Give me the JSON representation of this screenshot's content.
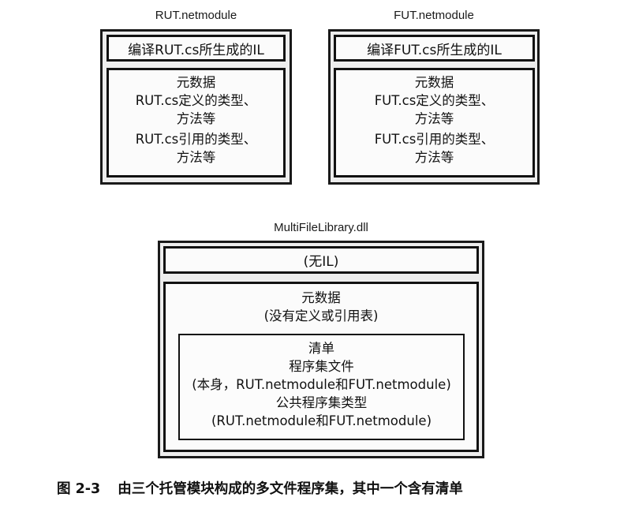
{
  "modules": [
    {
      "name": "RUT.netmodule",
      "il": "编译RUT.cs所生成的IL",
      "metadata": [
        "元数据",
        "RUT.cs定义的类型、",
        "方法等",
        "RUT.cs引用的类型、",
        "方法等"
      ]
    },
    {
      "name": "FUT.netmodule",
      "il": "编译FUT.cs所生成的IL",
      "metadata": [
        "元数据",
        "FUT.cs定义的类型、",
        "方法等",
        "FUT.cs引用的类型、",
        "方法等"
      ]
    }
  ],
  "assembly": {
    "name": "MultiFileLibrary.dll",
    "il": "(无IL)",
    "metadata": [
      "元数据",
      "(没有定义或引用表)"
    ],
    "manifest": [
      "清单",
      "程序集文件",
      "(本身，RUT.netmodule和FUT.netmodule)",
      "公共程序集类型",
      "(RUT.netmodule和FUT.netmodule)"
    ]
  },
  "caption": {
    "number": "图 2-3",
    "text": "由三个托管模块构成的多文件程序集，其中一个含有清单"
  }
}
